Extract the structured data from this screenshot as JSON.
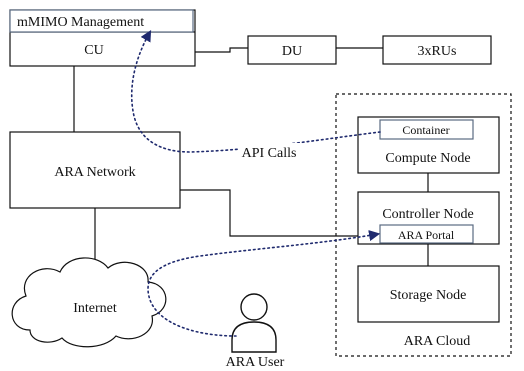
{
  "labels": {
    "mmimo_management": "mMIMO Management",
    "cu": "CU",
    "du": "DU",
    "rus": "3xRUs",
    "ara_network": "ARA Network",
    "internet": "Internet",
    "ara_user": "ARA User",
    "api_calls": "API Calls",
    "container": "Container",
    "compute_node": "Compute Node",
    "controller_node": "Controller Node",
    "ara_portal": "ARA Portal",
    "storage_node": "Storage Node",
    "ara_cloud": "ARA Cloud"
  },
  "colors": {
    "box_stroke": "#111111",
    "api_path": "#1f2a6e",
    "mgmt_border": "#5a6b82"
  }
}
